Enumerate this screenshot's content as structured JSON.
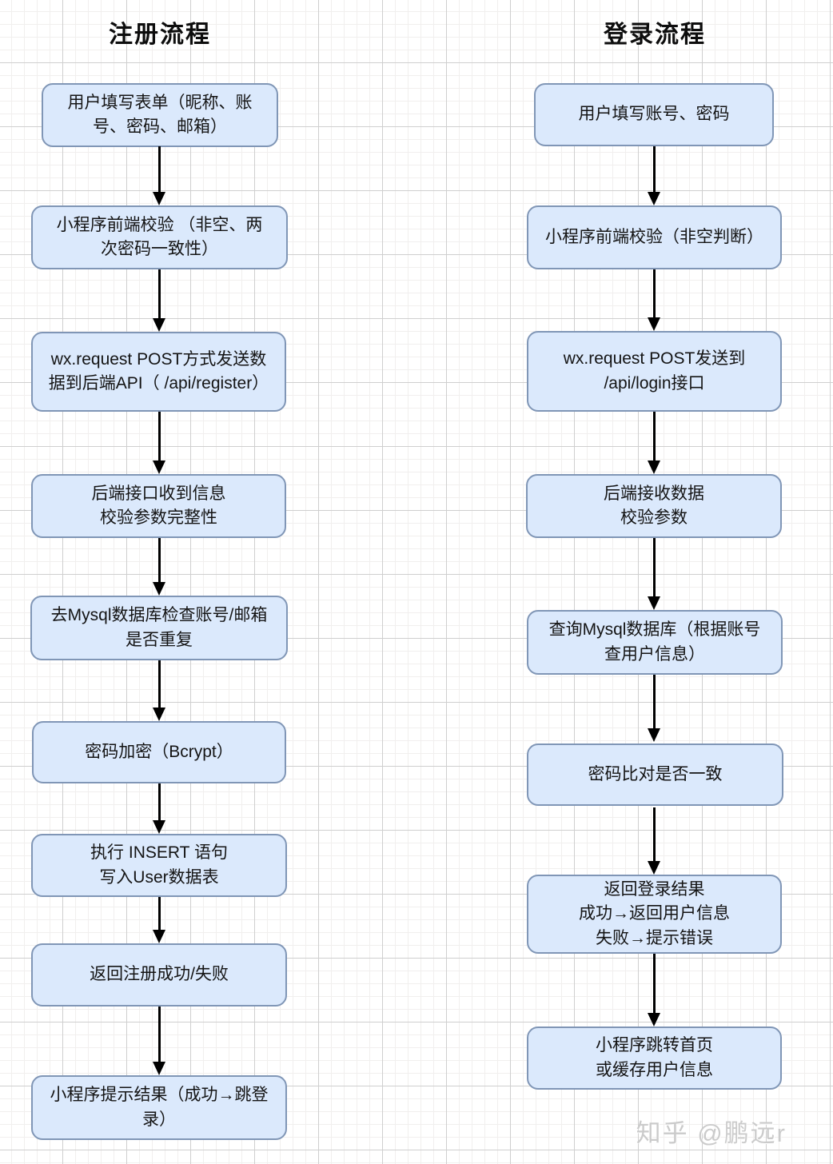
{
  "colors": {
    "node_fill": "#dbe9fc",
    "node_border": "#8096b6",
    "arrow": "#000000",
    "grid_major": "#cfcfcf",
    "grid_minor": "#f1efee",
    "watermark": "#cbcbcb"
  },
  "watermark": "知乎 @鹏远r",
  "flows": [
    {
      "title": "注册流程",
      "nodes": [
        {
          "text": "用户填写表单（昵称、账\n号、密码、邮箱）"
        },
        {
          "text": "小程序前端校验 （非空、两\n次密码一致性）"
        },
        {
          "text": "wx.request POST方式发送数\n据到后端API（ /api/register）"
        },
        {
          "text": "后端接口收到信息\n校验参数完整性"
        },
        {
          "text": "去Mysql数据库检查账号/邮箱\n是否重复"
        },
        {
          "text": "密码加密（Bcrypt）"
        },
        {
          "text": "执行 INSERT 语句\n写入User数据表"
        },
        {
          "text": "返回注册成功/失败"
        },
        {
          "text": "小程序提示结果（成功→跳登\n录）"
        }
      ]
    },
    {
      "title": "登录流程",
      "nodes": [
        {
          "text": "用户填写账号、密码"
        },
        {
          "text": "小程序前端校验（非空判断）"
        },
        {
          "text": "wx.request POST发送到\n/api/login接口"
        },
        {
          "text": "后端接收数据\n校验参数"
        },
        {
          "text": "查询Mysql数据库（根据账号\n查用户信息）"
        },
        {
          "text": "密码比对是否一致"
        },
        {
          "text": "返回登录结果\n成功→返回用户信息\n失败→提示错误"
        },
        {
          "text": "小程序跳转首页\n或缓存用户信息"
        }
      ]
    }
  ]
}
